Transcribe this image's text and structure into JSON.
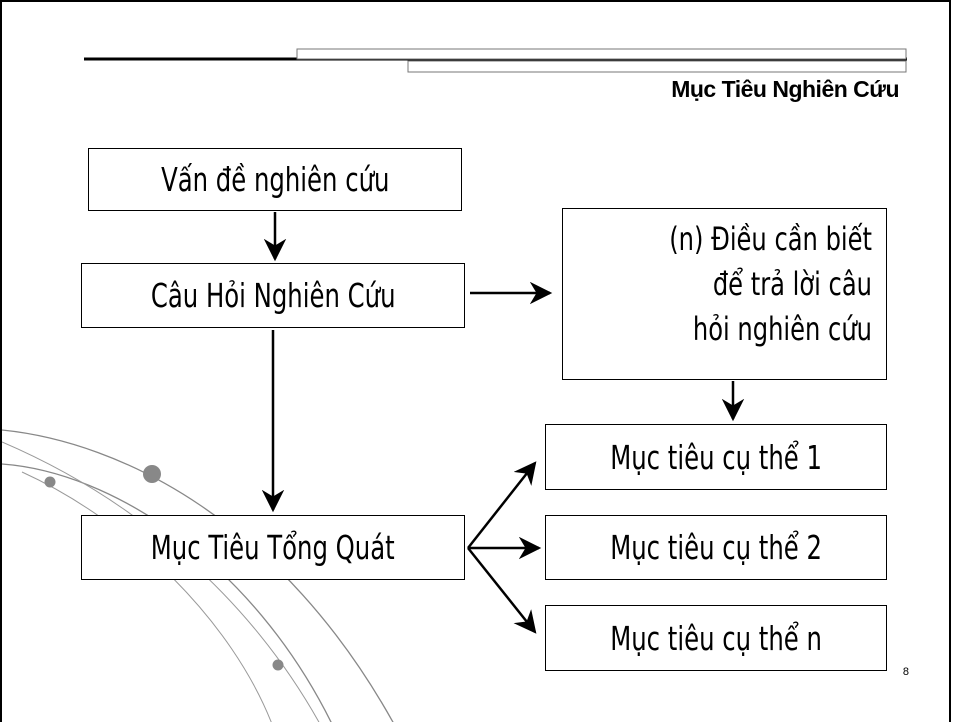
{
  "slide": {
    "title": "Mục Tiêu Nghiên Cứu",
    "page_number": "8"
  },
  "diagram": {
    "nodes": {
      "research_problem": "Vấn đề nghiên cứu",
      "research_question": "Câu Hỏi Nghiên Cứu",
      "need_to_know": [
        "(n) Điều cần biết",
        "để trả lời câu",
        "hỏi nghiên cứu"
      ],
      "general_objective": "Mục Tiêu Tổng Quát",
      "specific_objectives": [
        "Mục tiêu cụ thể 1",
        "Mục tiêu cụ thể 2",
        "Mục tiêu cụ thể n"
      ]
    },
    "edges": [
      {
        "from": "research_problem",
        "to": "research_question"
      },
      {
        "from": "research_question",
        "to": "need_to_know"
      },
      {
        "from": "research_question",
        "to": "general_objective"
      },
      {
        "from": "need_to_know",
        "to": "specific_objective_1"
      },
      {
        "from": "general_objective",
        "to": "specific_objective_1"
      },
      {
        "from": "general_objective",
        "to": "specific_objective_2"
      },
      {
        "from": "general_objective",
        "to": "specific_objective_n"
      }
    ]
  }
}
